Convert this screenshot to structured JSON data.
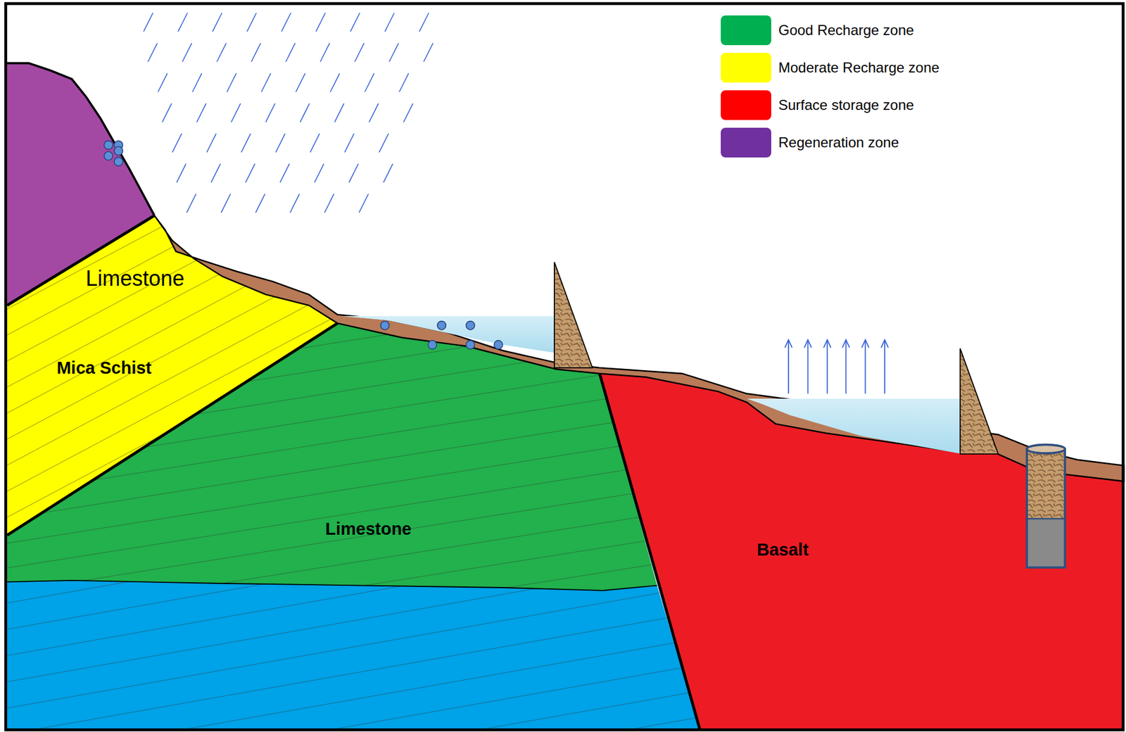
{
  "diagram": {
    "labels": [
      "Limestone",
      "Mica Schist",
      "Limestone",
      "Basalt"
    ],
    "legend": [
      {
        "text": "Good Recharge zone",
        "color": "#00b050"
      },
      {
        "text": "Moderate Recharge zone",
        "color": "#ffff00"
      },
      {
        "text": "Surface storage zone",
        "color": "#ff0000"
      },
      {
        "text": "Regeneration zone",
        "color": "#7030a0"
      }
    ]
  }
}
